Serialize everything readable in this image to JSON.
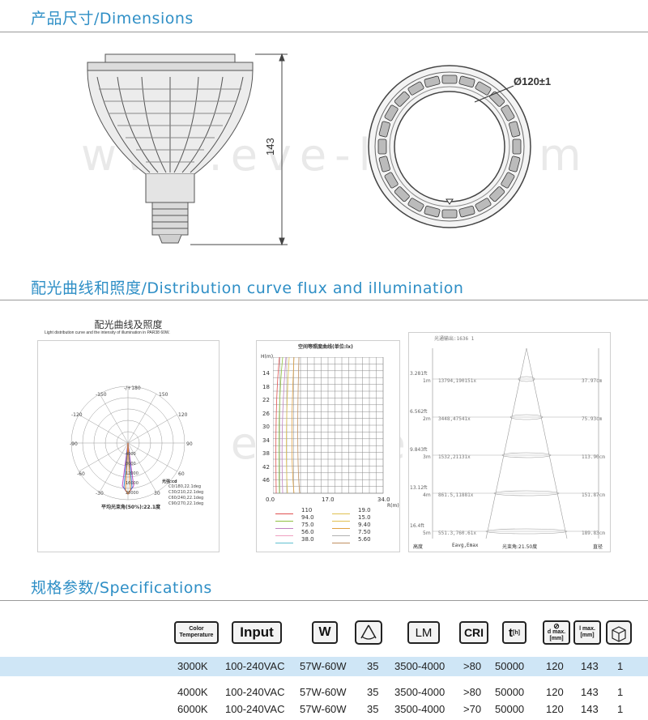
{
  "sections": {
    "dimensions": "产品尺寸/Dimensions",
    "distribution": "配光曲线和照度/Distribution curve flux and illumination",
    "specifications": "规格参数/Specifications"
  },
  "watermark": "www.eve-led.com",
  "dimensions": {
    "height_label": "143",
    "diameter_label": "Ø120±1"
  },
  "polar": {
    "title": "配光曲线及照度",
    "subtitle": "Light distribution curve and the intensity of illumination in PAR38 60W.",
    "angles": [
      "-/+180",
      "-150",
      "150",
      "-120",
      "120",
      "-90",
      "90",
      "-60",
      "60",
      "-30",
      "30"
    ],
    "rings": [
      "20000",
      "16000",
      "12000",
      "8000",
      "4000"
    ],
    "legend_title": "光强:cd",
    "legend": [
      "C0/180,22.1deg",
      "C30/210,22.1deg",
      "C60/240,22.1deg",
      "C90/270,22.1deg"
    ],
    "beam_note": "平均光束角(50%):22.1度"
  },
  "iso": {
    "title": "空间等照度曲线(单位:lx)",
    "y_axis_title": "H(m)",
    "y_ticks": [
      "14",
      "18",
      "22",
      "26",
      "30",
      "34",
      "38",
      "42",
      "46"
    ],
    "x_ticks": [
      "0.0",
      "17.0",
      "34.0"
    ],
    "x_unit": "R(m)",
    "legend_left": [
      "110",
      "94.0",
      "75.0",
      "56.0",
      "38.0"
    ],
    "legend_right": [
      "19.0",
      "15.0",
      "9.40",
      "7.50",
      "5.60"
    ],
    "legend_colors_left": [
      "#e05050",
      "#8fc040",
      "#c080c0",
      "#f0a0c0",
      "#60c0d0"
    ],
    "legend_colors_right": [
      "#e0c050",
      "#e0c050",
      "#e0a040",
      "#b0b0b0",
      "#c09060"
    ]
  },
  "cone": {
    "top_label": "光通输出:1636 1",
    "rows": [
      {
        "ft": "3.281ft",
        "m": "1m",
        "lux": "13794,190151x",
        "dia": "37.97cm"
      },
      {
        "ft": "6.562ft",
        "m": "2m",
        "lux": "3448,47541x",
        "dia": "75.93cm"
      },
      {
        "ft": "9.843ft",
        "m": "3m",
        "lux": "1532,21131x",
        "dia": "113.90cm"
      },
      {
        "ft": "13.12ft",
        "m": "4m",
        "lux": "861.5,11881x",
        "dia": "151.87cm"
      },
      {
        "ft": "16.4ft",
        "m": "5m",
        "lux": "551.3,760.61x",
        "dia": "189.83cm"
      }
    ],
    "bottom_left": "高度",
    "bottom_mid": "Eavg,Emax",
    "bottom_mid2": "光束角:21.50度",
    "bottom_right": "直径"
  },
  "spec_icons": {
    "color_temp": "Color Temperature",
    "input": "Input",
    "watt": "W",
    "lm": "LM",
    "cri": "CRI",
    "time": "t",
    "time_sub": "[h]",
    "dmax": "d max.",
    "dmax_sub": "[mm]",
    "lmax": "l max.",
    "lmax_sub": "[mm]"
  },
  "specs": [
    {
      "cct": "3000K",
      "input": "100-240VAC",
      "watt": "57W-60W",
      "angle": "35",
      "lm": "3500-4000",
      "cri": ">80",
      "life": "50000",
      "d": "120",
      "l": "143",
      "qty": "1"
    },
    {
      "cct": "4000K",
      "input": "100-240VAC",
      "watt": "57W-60W",
      "angle": "35",
      "lm": "3500-4000",
      "cri": ">80",
      "life": "50000",
      "d": "120",
      "l": "143",
      "qty": "1"
    },
    {
      "cct": "6000K",
      "input": "100-240VAC",
      "watt": "57W-60W",
      "angle": "35",
      "lm": "3500-4000",
      "cri": ">70",
      "life": "50000",
      "d": "120",
      "l": "143",
      "qty": "1"
    }
  ]
}
